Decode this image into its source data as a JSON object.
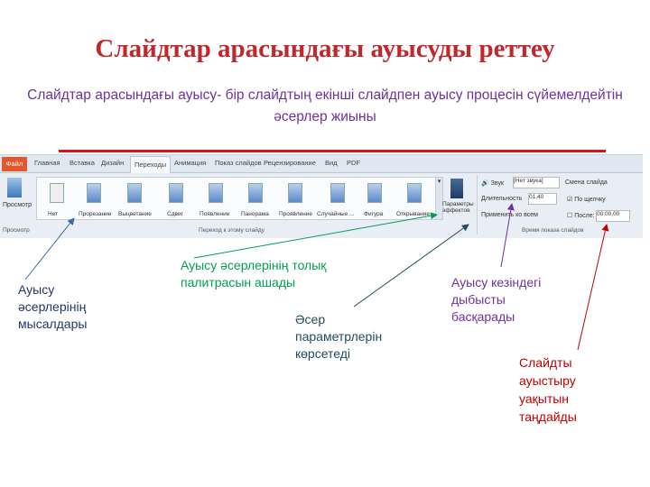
{
  "title": "Слайдтар арасындағы ауысуды реттеу",
  "subtitle": "Слайдтар арасындағы ауысу- бір слайдтың  екінші слайдпен ауысу процесін сүйемелдейтін әсерлер жиыны",
  "ribbon": {
    "tabs": [
      "Файл",
      "Главная",
      "Вставка",
      "Дизайн",
      "Переходы",
      "Анимация",
      "Показ слайдов",
      "Рецензирование",
      "Вид",
      "PDF"
    ],
    "active_tab": "Переходы",
    "preview_label": "Просмотр",
    "preview_group": "Просмотр",
    "transitions": [
      "Нет",
      "Прорезание",
      "Выцветание",
      "Сдвиг",
      "Появление",
      "Панорама",
      "Проявление",
      "Случайные ...",
      "Фигура",
      "Открывание"
    ],
    "effect_options": "Параметры эффектов",
    "transition_group": "Переход к этому слайду",
    "sound_label": "Звук",
    "sound_value": "[Нет звука]",
    "duration_label": "Длительность",
    "duration_value": "01,40",
    "apply_all": "Применить ко всем",
    "advance_label": "Смена слайда",
    "on_click": "По щелчку",
    "after": "После:",
    "after_value": "00:00,00",
    "timing_group": "Время показа слайдов"
  },
  "notes": {
    "examples": "Ауысу әсерлерінің мысалдары",
    "palette": "Ауысу әсерлерінің толық палитрасын ашады",
    "params": "Әсер параметрлерін көрсетеді",
    "sound": "Ауысу кезіндегі дыбысты басқарады",
    "timing": "Слайдты ауыстыру уақытын таңдайды"
  },
  "colors": {
    "title": "#c0282b",
    "subtitle": "#7030a0",
    "examples": "#1f3864",
    "palette": "#00a050",
    "params": "#1f4e5a",
    "sound": "#7030a0",
    "timing": "#c00000"
  }
}
